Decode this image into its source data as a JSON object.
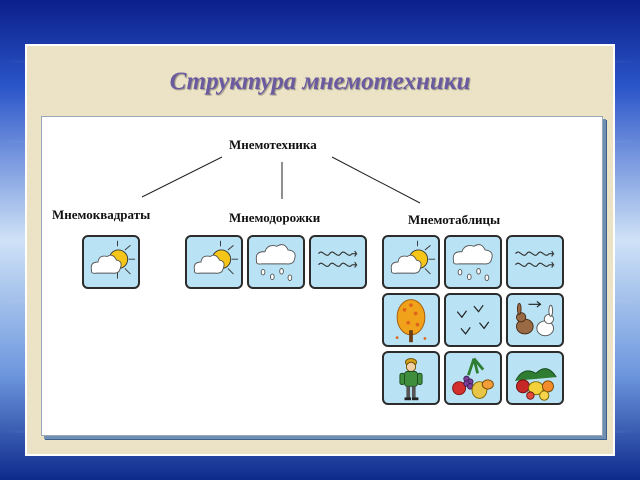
{
  "title": "Структура мнемотехники",
  "diagram": {
    "root": "Мнемотехника",
    "branches": [
      "Мнемоквадраты",
      "Мнемодорожки",
      "Мнемотаблицы"
    ]
  },
  "colors": {
    "slide_background": "#ece3c7",
    "title": "#6a5aa0",
    "cell_fill": "#b9e3f4",
    "sun": "#f5c518"
  },
  "icons": {
    "squares": [
      "cloud-sun-icon"
    ],
    "tracks": [
      "cloud-sun-icon",
      "cloud-rain-icon",
      "wind-icon"
    ],
    "table": [
      [
        "cloud-sun-icon",
        "cloud-rain-icon",
        "wind-icon"
      ],
      [
        "autumn-tree-icon",
        "birds-icon",
        "rabbits-icon"
      ],
      [
        "child-winter-icon",
        "vegetables-icon",
        "fruits-icon"
      ]
    ]
  }
}
